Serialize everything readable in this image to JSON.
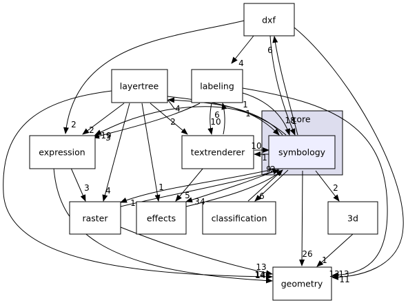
{
  "cluster": {
    "label": "core"
  },
  "nodes": {
    "dxf": "dxf",
    "labeling": "labeling",
    "layertree": "layertree",
    "symbology": "symbology",
    "expression": "expression",
    "textrenderer": "textrenderer",
    "raster": "raster",
    "effects": "effects",
    "classification": "classification",
    "3d": "3d",
    "geometry": "geometry"
  },
  "edge_labels": {
    "dxf_labeling": "4",
    "dxf_symbology": "6",
    "symbology_dxf": "1",
    "dxf_expression": "2",
    "dxf_geometry": "13",
    "labeling_symbology": "18",
    "labeling_expression": "3",
    "labeling_textrenderer": "10",
    "textrenderer_labeling": "6",
    "labeling_geometry": "13",
    "layertree_labeling": "4",
    "layertree_symbology": "1",
    "layertree_expression": "2",
    "layertree_textrenderer": "2",
    "layertree_raster": "4",
    "layertree_effects": "1",
    "layertree_geometry": "14",
    "symbology_layertree": "1",
    "symbology_expression": "19",
    "symbology_textrenderer": "1",
    "textrenderer_symbology": "10",
    "symbology_raster": "1",
    "raster_symbology": "9",
    "effects_symbology": "4",
    "symbology_effects": "3",
    "classification_symbology": "6",
    "symbology_classification": "2",
    "symbology_3d": "2",
    "symbology_geometry": "26",
    "textrenderer_effects": "5",
    "expression_raster": "3",
    "expression_geometry": "14",
    "raster_geometry": "13",
    "3d_geometry": "1",
    "graph_geometry_bottom": "11"
  }
}
